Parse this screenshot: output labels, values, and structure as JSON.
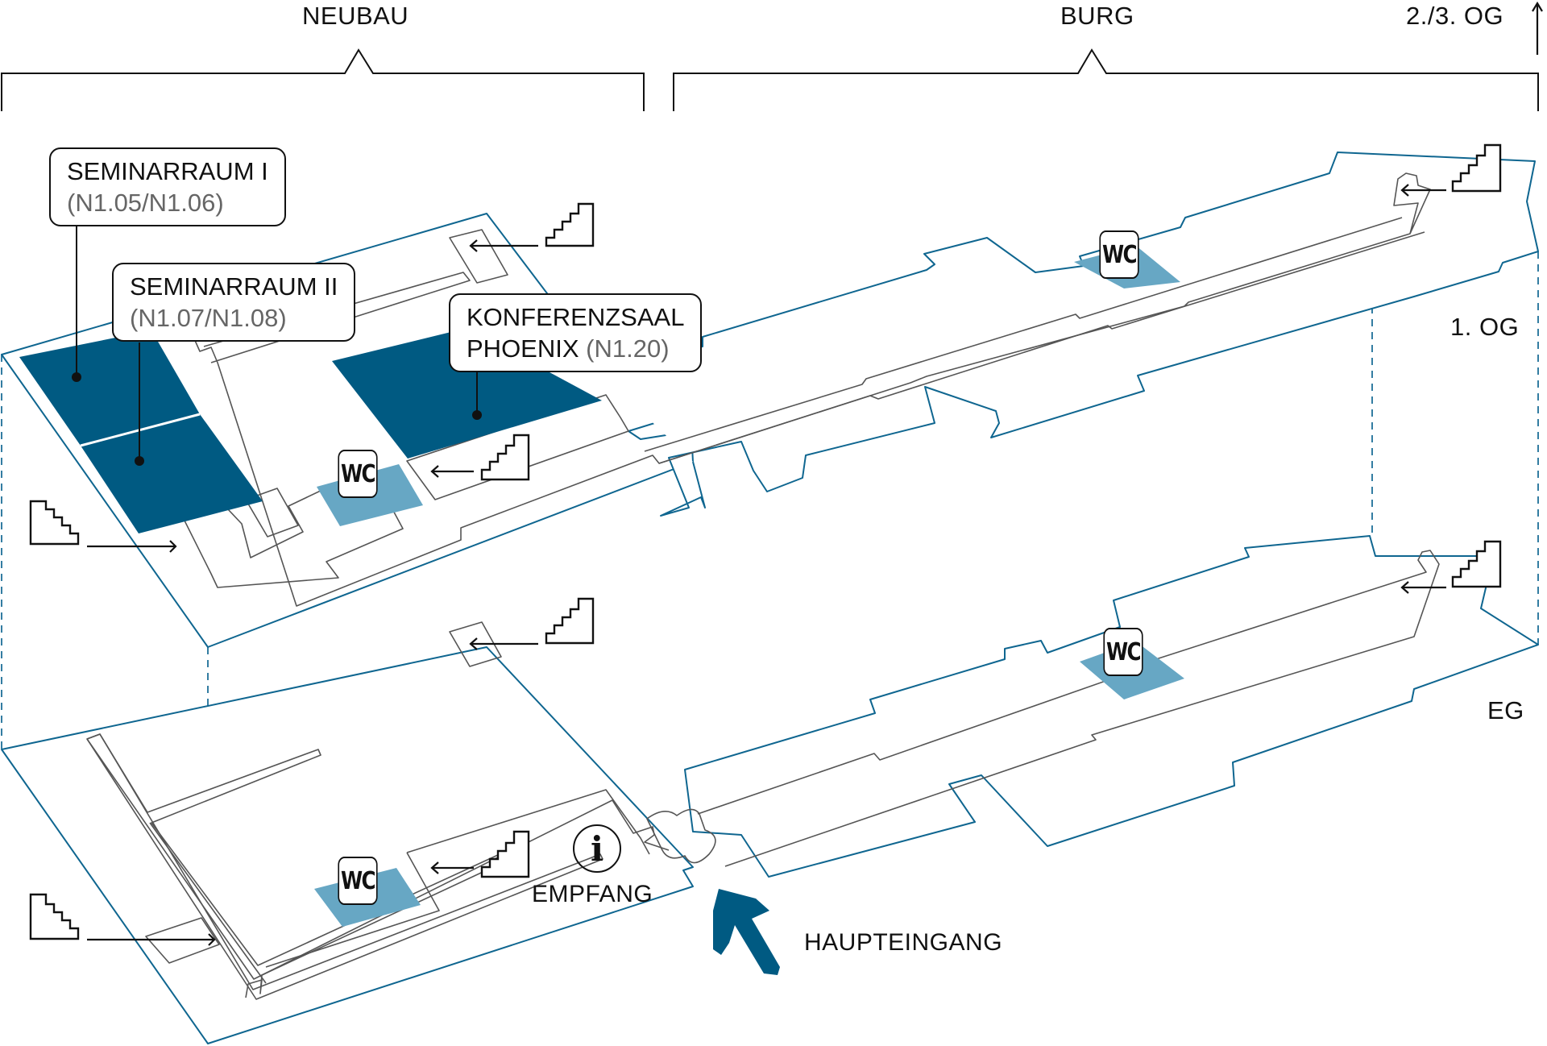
{
  "header": {
    "sections": [
      {
        "label": "NEUBAU"
      },
      {
        "label": "BURG"
      }
    ],
    "upper_floors_label": "2./3. OG",
    "upper_floors_icon": "arrow-up-icon"
  },
  "floors": [
    {
      "label": "1. OG"
    },
    {
      "label": "EG"
    }
  ],
  "rooms": [
    {
      "name": "SEMINARRAUM I",
      "code": "(N1.05/N1.06)"
    },
    {
      "name": "SEMINARRAUM II",
      "code": "(N1.07/N1.08)"
    },
    {
      "name_line1": "KONFERENZSAAL",
      "name_line2": "PHOENIX",
      "code": "(N1.20)"
    }
  ],
  "amenities": {
    "wc_label": "WC",
    "info_icon": "i",
    "reception_label": "EMPFANG",
    "entrance_label": "HAUPTEINGANG"
  },
  "colors": {
    "conference_rooms": "#005a82",
    "wc_areas": "#67a7c4",
    "building_outline": "#0f6690",
    "entrance_arrow": "#005a82"
  },
  "icons": [
    "stairs-up-icon",
    "stairs-down-icon",
    "wc-icon",
    "info-icon",
    "entrance-arrow-icon",
    "arrow-left-icon",
    "arrow-right-icon"
  ]
}
